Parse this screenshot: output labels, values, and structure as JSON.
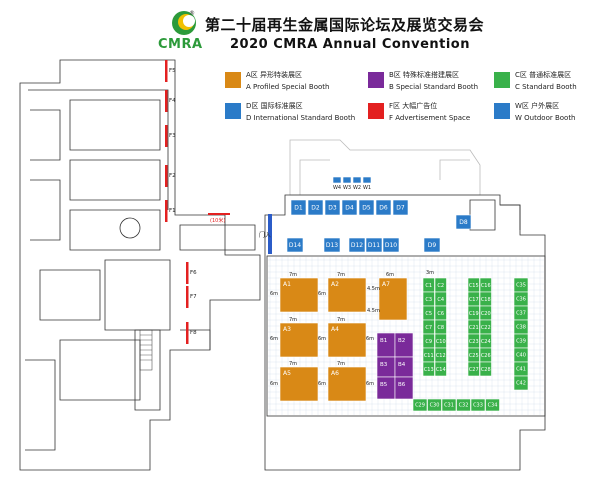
{
  "header": {
    "title_cn": "第二十届再生金属国际论坛及展览交易会",
    "title_en": "2020 CMRA Annual Convention",
    "logo_text": "CMRA",
    "logo_mark": "®"
  },
  "legend": [
    {
      "code_cn": "A区 异形特装展区",
      "code_en": "A   Profiled Special Booth",
      "color": "#d98916"
    },
    {
      "code_cn": "B区 特殊标准搭建展区",
      "code_en": "B   Special Standard Booth",
      "color": "#7a2a9a"
    },
    {
      "code_cn": "C区 普通标准展区",
      "code_en": "C   Standard Booth",
      "color": "#39b14a"
    },
    {
      "code_cn": "D区 国际标准展区",
      "code_en": "D   International Standard Booth",
      "color": "#2b7bc8"
    },
    {
      "code_cn": "F区 大幅广告位",
      "code_en": "F   Advertisement Space",
      "color": "#e32020"
    },
    {
      "code_cn": "W区 户外展区",
      "code_en": "W   Outdoor Booth",
      "color": "#2b7bc8"
    }
  ],
  "map": {
    "outdoor_booths": [
      "W4",
      "W3",
      "W2",
      "W1"
    ],
    "d_top_row": [
      "D1",
      "D2",
      "D3",
      "D4",
      "D5",
      "D6",
      "D7"
    ],
    "d_right": "D8",
    "d_second_row": [
      "D14",
      "D13",
      "D12",
      "D11",
      "D10",
      "D9"
    ],
    "ad_spaces": [
      "F5",
      "F4",
      "F3",
      "F2",
      "F1",
      "F6",
      "F7",
      "F8"
    ],
    "a_booths": [
      "A1",
      "A2",
      "A7",
      "A3",
      "A4",
      "A5",
      "A6"
    ],
    "b_booths": [
      "B1",
      "B2",
      "B3",
      "B4",
      "B5",
      "B6"
    ],
    "c_col1": [
      "C1",
      "C3",
      "C5",
      "C7",
      "C9",
      "C11",
      "C13"
    ],
    "c_col2": [
      "C2",
      "C4",
      "C6",
      "C8",
      "C10",
      "C12",
      "C14"
    ],
    "c_col3": [
      "C15",
      "C17",
      "C19",
      "C21",
      "C23",
      "C25",
      "C27"
    ],
    "c_col4": [
      "C16",
      "C18",
      "C20",
      "C22",
      "C24",
      "C26",
      "C28"
    ],
    "c_col5": [
      "C35",
      "C36",
      "C37",
      "C38",
      "C39",
      "C40",
      "C41",
      "C42"
    ],
    "c_bottom": [
      "C29",
      "C30",
      "C31",
      "C32",
      "C33",
      "C34"
    ],
    "dims": {
      "w7": "7m",
      "h6": "6m",
      "w6": "6m",
      "h45": "4.5m",
      "w3": "3m"
    },
    "entrance_label": "门入",
    "ad_line_label": "(10米)"
  }
}
